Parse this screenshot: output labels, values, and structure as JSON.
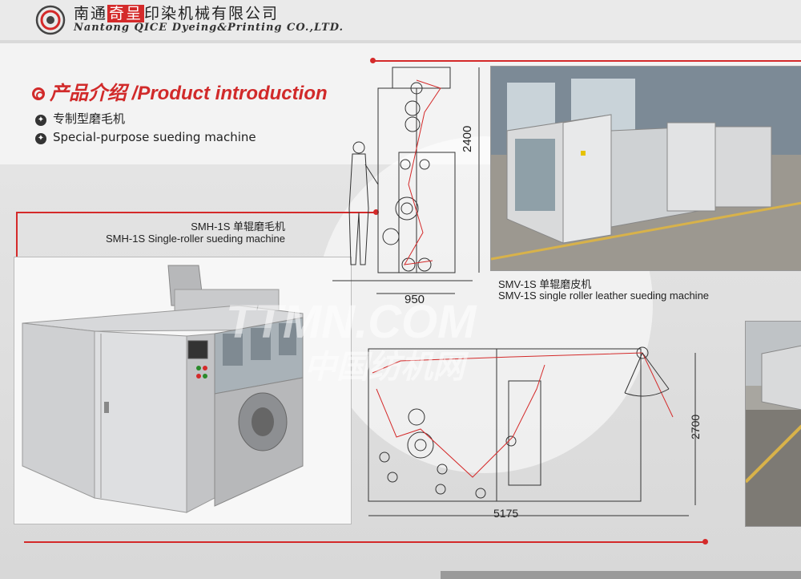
{
  "header": {
    "company_cn_prefix": "南通",
    "company_cn_brand": "奇呈",
    "company_cn_suffix": "印染机械有限公司",
    "company_en": "Nantong QICE Dyeing&Printing CO.,LTD."
  },
  "section": {
    "title": "产品介绍 /Product introduction",
    "bullet_cn": "专制型磨毛机",
    "bullet_en": "Special-purpose sueding machine"
  },
  "products": [
    {
      "caption_cn": "SMH-1S 单辊磨毛机",
      "caption_en": "SMH-1S Single-roller sueding machine"
    },
    {
      "caption_cn": "SMV-1S 单辊磨皮机",
      "caption_en": "SMV-1S single roller leather sueding machine"
    }
  ],
  "drawings": {
    "vertical_height": "2400",
    "vertical_width": "950",
    "horizontal_height": "2700",
    "horizontal_width": "5175"
  },
  "watermark": {
    "line1": "TTMN.COM",
    "line2": "中国纺机网"
  },
  "colors": {
    "accent_red": "#d42a2a",
    "panel_gray": "#cfd0d2"
  }
}
